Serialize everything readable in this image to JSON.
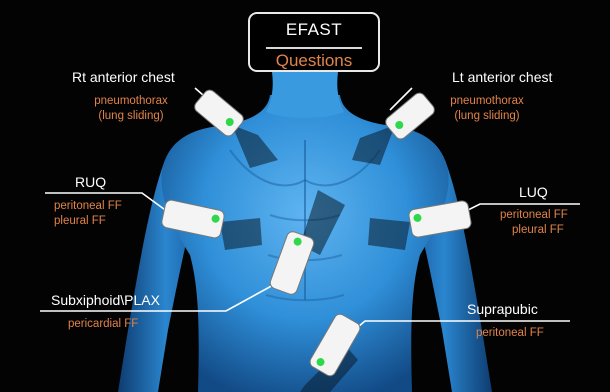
{
  "title": {
    "main": "EFAST",
    "sub": "Questions"
  },
  "sites": {
    "rt_chest": {
      "name": "Rt anterior chest",
      "note1": "pneumothorax",
      "note2": "(lung sliding)"
    },
    "lt_chest": {
      "name": "Lt anterior chest",
      "note1": "pneumothorax",
      "note2": "(lung sliding)"
    },
    "ruq": {
      "name": "RUQ",
      "note1": "peritoneal FF",
      "note2": "pleural FF"
    },
    "luq": {
      "name": "LUQ",
      "note1": "peritoneal FF",
      "note2": "pleural FF"
    },
    "subxiphoid": {
      "name": "Subxiphoid\\PLAX",
      "note1": "pericardial FF"
    },
    "suprapubic": {
      "name": "Suprapubic",
      "note1": "peritoneal FF"
    }
  },
  "colors": {
    "background": "#030303",
    "body": "#2f8fd8",
    "note": "#e2834a",
    "probe": "#f4f4f4",
    "probe_dot": "#2ed84a"
  },
  "icons": [
    "ultrasound-probe-icon"
  ]
}
